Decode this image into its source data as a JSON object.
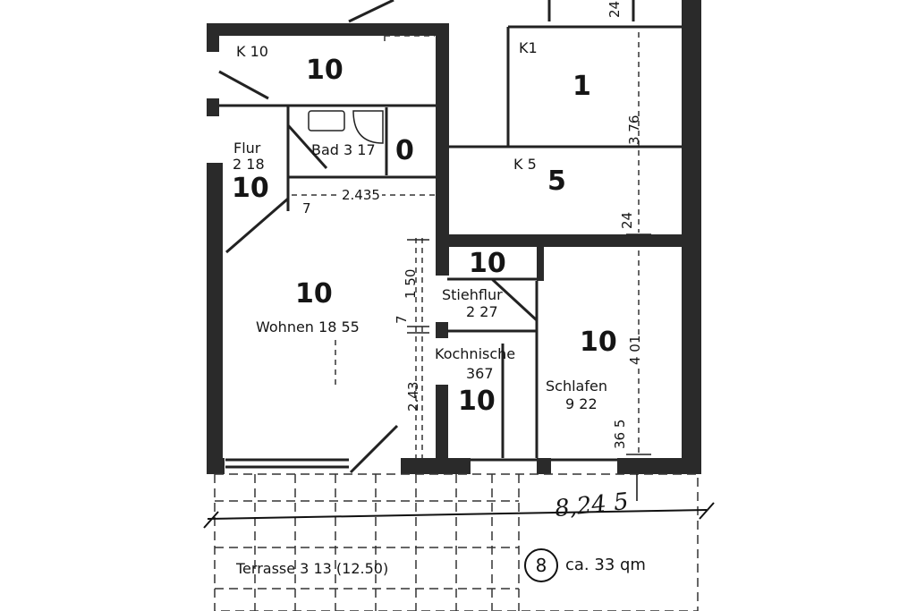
{
  "rooms": {
    "k10": {
      "code": "K 10",
      "number": "10"
    },
    "k1": {
      "code": "K1",
      "number": "1"
    },
    "k5": {
      "code": "K 5",
      "number": "5"
    },
    "flur": {
      "name": "Flur",
      "area": "2 18",
      "number": "10"
    },
    "bad": {
      "name": "Bad 3 17",
      "number": "0"
    },
    "wohnen": {
      "name": "Wohnen 18 55",
      "number": "10"
    },
    "stiehflur": {
      "name": "Stiehflur",
      "area": "2 27",
      "number": "10"
    },
    "kochnische": {
      "name": "Kochnische",
      "area": "367",
      "number": "10"
    },
    "schlafen": {
      "name": "Schlafen",
      "area": "9 22",
      "number": "10"
    },
    "terrasse": {
      "name": "Terrasse 3 13 (12.50)"
    }
  },
  "dimensions": {
    "top_24": "24",
    "k1_376": "3 76",
    "k5_24": "24",
    "d2435": "2.435",
    "d7a": "7",
    "d150": "1 50",
    "d7b": "7",
    "d243": "2.43",
    "d401": "4 01",
    "d365": "36 5",
    "d8245": "8,24 5"
  },
  "unit": {
    "number": "8",
    "area": "ca. 33 qm"
  }
}
